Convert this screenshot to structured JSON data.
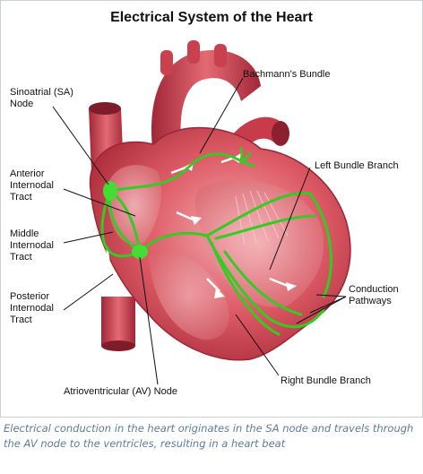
{
  "title": "Electrical System of the Heart",
  "labels": {
    "sa_node": "Sinoatrial (SA)\nNode",
    "bachmanns_bundle": "Bachmann's Bundle",
    "left_bundle_branch": "Left Bundle Branch",
    "anterior_tract": "Anterior\nInternodal\nTract",
    "middle_tract": "Middle\nInternodal\nTract",
    "posterior_tract": "Posterior\nInternodal\nTract",
    "conduction_pathways": "Conduction\nPathways",
    "right_bundle_branch": "Right Bundle Branch",
    "av_node": "Atrioventricular (AV) Node"
  },
  "caption": "Electrical conduction in the heart originates in the SA node and travels through the AV node to the ventricles, resulting in a heart beat",
  "colors": {
    "heart_tissue": "#d9535f",
    "heart_dark": "#a8283a",
    "heart_light": "#f0a0a6",
    "conduction": "#33cc22",
    "leader_line": "#111111",
    "caption_text": "#5d7d99"
  }
}
